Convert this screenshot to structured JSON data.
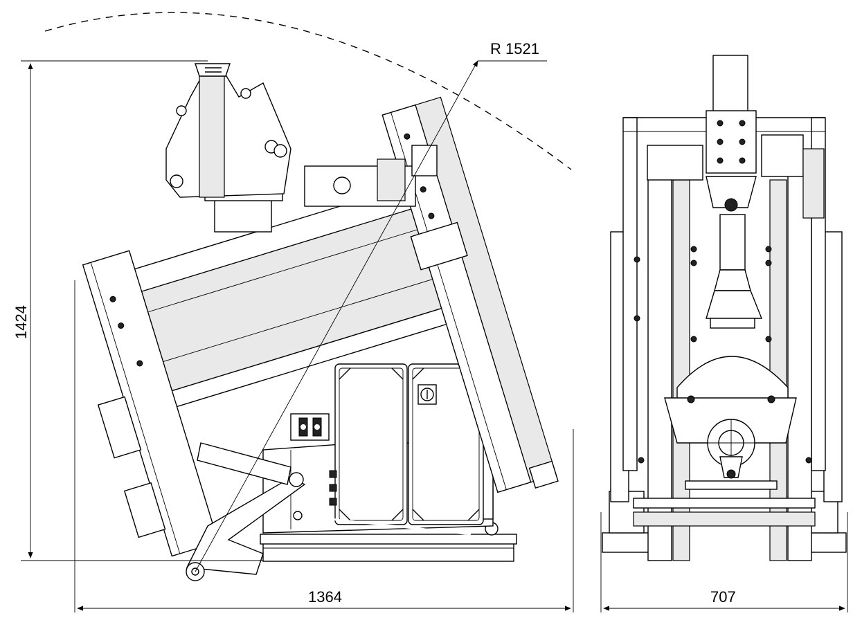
{
  "dimensions": {
    "radius_label": "R 1521",
    "height_label": "1424",
    "width_label": "1364",
    "depth_label": "707"
  }
}
